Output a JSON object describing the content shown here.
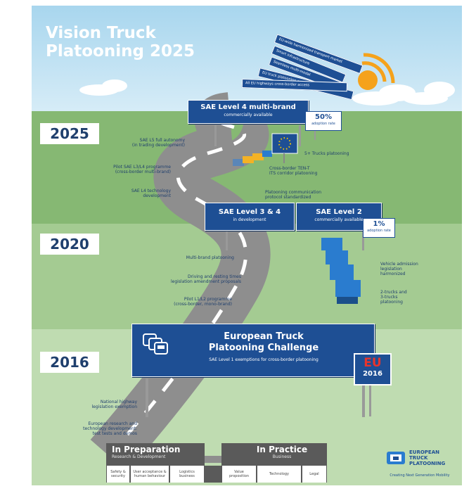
{
  "title": {
    "line1": "Vision Truck",
    "line2": "Platooning 2025"
  },
  "years": {
    "y2025": "2025",
    "y2020": "2020",
    "y2016": "2016"
  },
  "rays": [
    "EU-wide harmonized transport market",
    "Smart infrastructure",
    "Seamless multi-modal",
    "EU truck platooning everywhere",
    "All EU highways cross-border access"
  ],
  "signs": {
    "level4": {
      "title": "SAE Level 4 multi-brand",
      "subtitle": "commercially available"
    },
    "level34": {
      "title": "SAE Level 3 & 4",
      "subtitle": "in development"
    },
    "level2": {
      "title": "SAE Level 2",
      "subtitle": "commercially available"
    },
    "challenge": {
      "line1": "European Truck",
      "line2": "Platooning Challenge",
      "subtitle": "SAE Level 1 exemptions for cross-border platooning"
    }
  },
  "badges": {
    "b50": {
      "value": "50%",
      "label": "adoption rate"
    },
    "b1": {
      "value": "1%",
      "label": "adoption rate"
    }
  },
  "annotations": {
    "left2025": [
      "SAE L5 full autonomy\n(in trading development)",
      "Pilot SAE L3/L4 programme\n(cross-border multi-brand)",
      "SAE L4 technology\ndevelopment"
    ],
    "right2025": [
      "5+ Trucks platooning",
      "Cross-border TEN-T\nITS corridor platooning",
      "Platooning communication\nprotocol standardized"
    ],
    "left2020": [
      "Multi-brand platooning",
      "Driving and resting times\nlegislation amendment proposals",
      "Pilot L1/L2 programme\n(cross-border, mono-brand)"
    ],
    "right2020": [
      "Vehicle admission\nlegislation\nharmonized",
      "2-trucks and\n3-trucks\nplatooning"
    ],
    "left2016": [
      "National highway\nlegislation exemption",
      "European research and\ntechnology development:\ntest tests and demos"
    ]
  },
  "eu_badge": {
    "letters": "EU",
    "year": "2016"
  },
  "phases": {
    "preparation": {
      "title": "In Preparation",
      "subtitle": "Research & Development"
    },
    "practice": {
      "title": "In Practice",
      "subtitle": "Business"
    }
  },
  "categories": [
    "Safety &\nsecurity",
    "User acceptance &\nhuman behaviour",
    "Logistics\nbusiness",
    "Value\nproposition",
    "Technology",
    "Legal"
  ],
  "logo": {
    "line1": "EUROPEAN",
    "line2": "TRUCK",
    "line3": "PLATOONING",
    "tagline": "Creating Next Generation Mobility"
  },
  "colors": {
    "sky": "#9fd0ea",
    "grass_dark": "#7fb46a",
    "grass_light": "#b8d9a8",
    "road": "#8e8e8e",
    "sign_blue": "#1e4f94",
    "text_navy": "#1f3f6d",
    "sun": "#f5a21b"
  }
}
